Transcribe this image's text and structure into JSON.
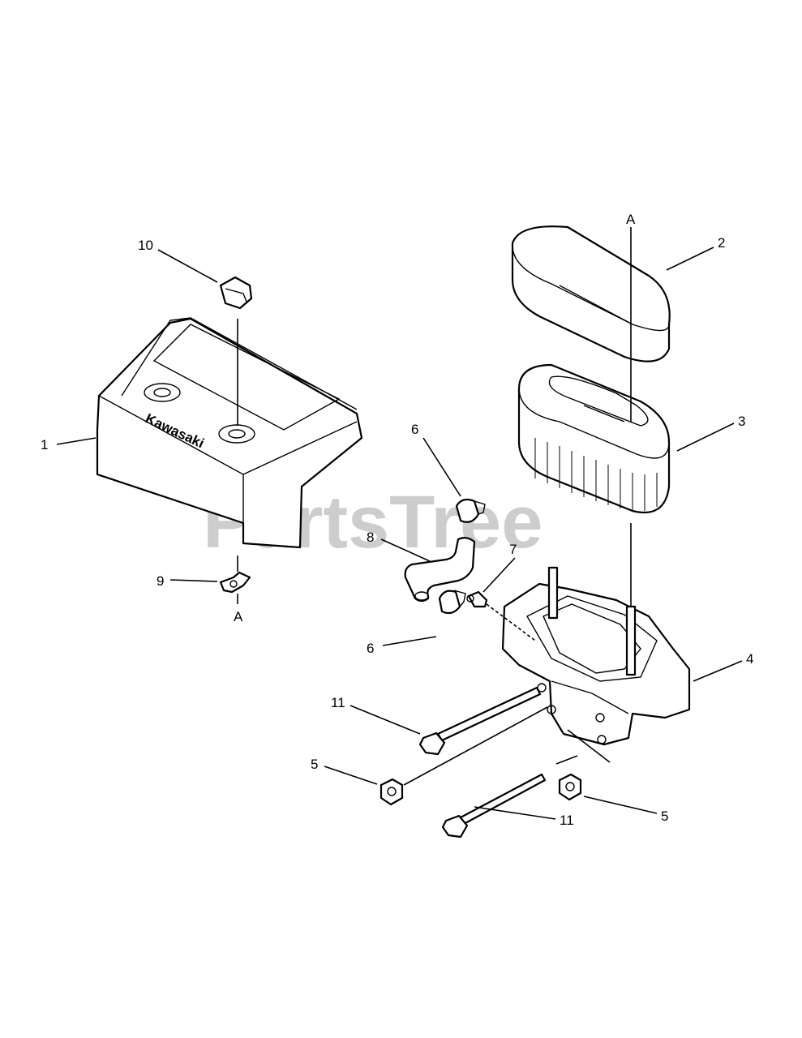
{
  "diagram": {
    "watermark": "PartsTree",
    "brand_text": "Kawasaki",
    "callouts": {
      "c1": "1",
      "c2": "2",
      "c3": "3",
      "c4": "4",
      "c5a": "5",
      "c5b": "5",
      "c6a": "6",
      "c6b": "6",
      "c7": "7",
      "c8": "8",
      "c9": "9",
      "c10": "10",
      "c11a": "11",
      "c11b": "11",
      "refA_top": "A",
      "refA_bottom": "A"
    }
  }
}
